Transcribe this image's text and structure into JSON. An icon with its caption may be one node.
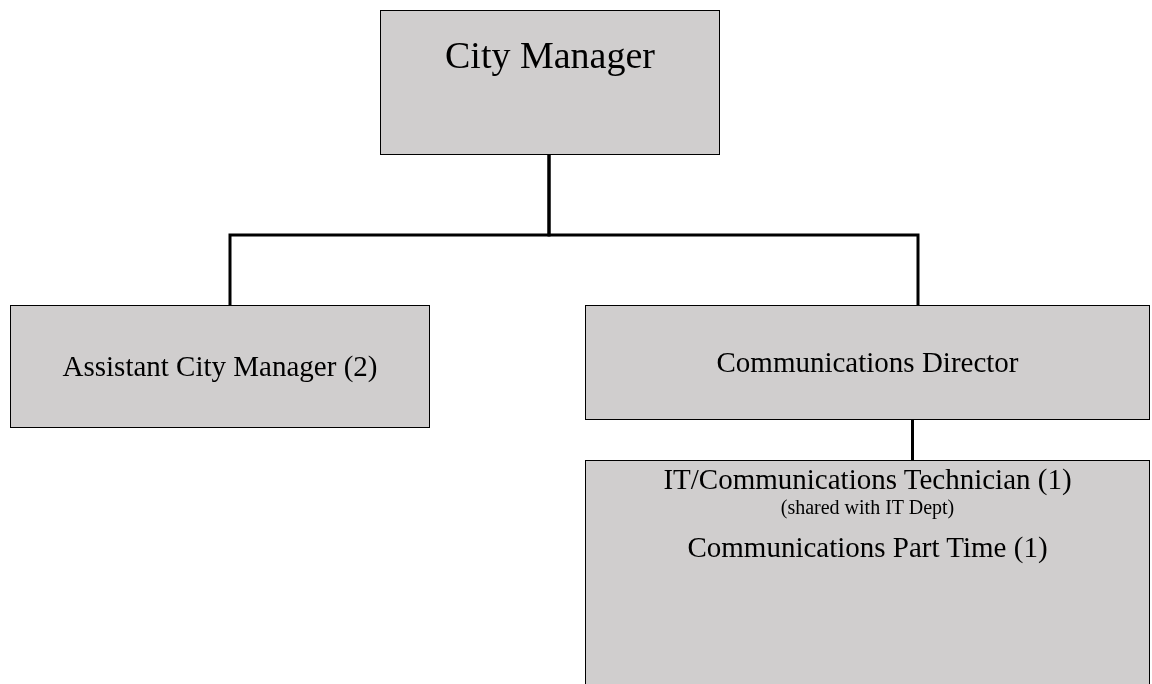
{
  "diagram": {
    "nodes": [
      {
        "text": [
          "City Manager"
        ]
      },
      {
        "text": [
          "Assistant City Manager (2)"
        ]
      },
      {
        "text": [
          "Communications Director"
        ]
      },
      {
        "text": [
          "IT/Communications Technician (1)",
          "(shared with IT Dept)",
          "Communications Part Time (1)"
        ]
      }
    ],
    "edges": [
      {
        "from": 0,
        "to": 1,
        "arrow": "none"
      },
      {
        "from": 0,
        "to": 2,
        "arrow": "none"
      },
      {
        "from": 2,
        "to": 3,
        "arrow": "none"
      }
    ]
  }
}
